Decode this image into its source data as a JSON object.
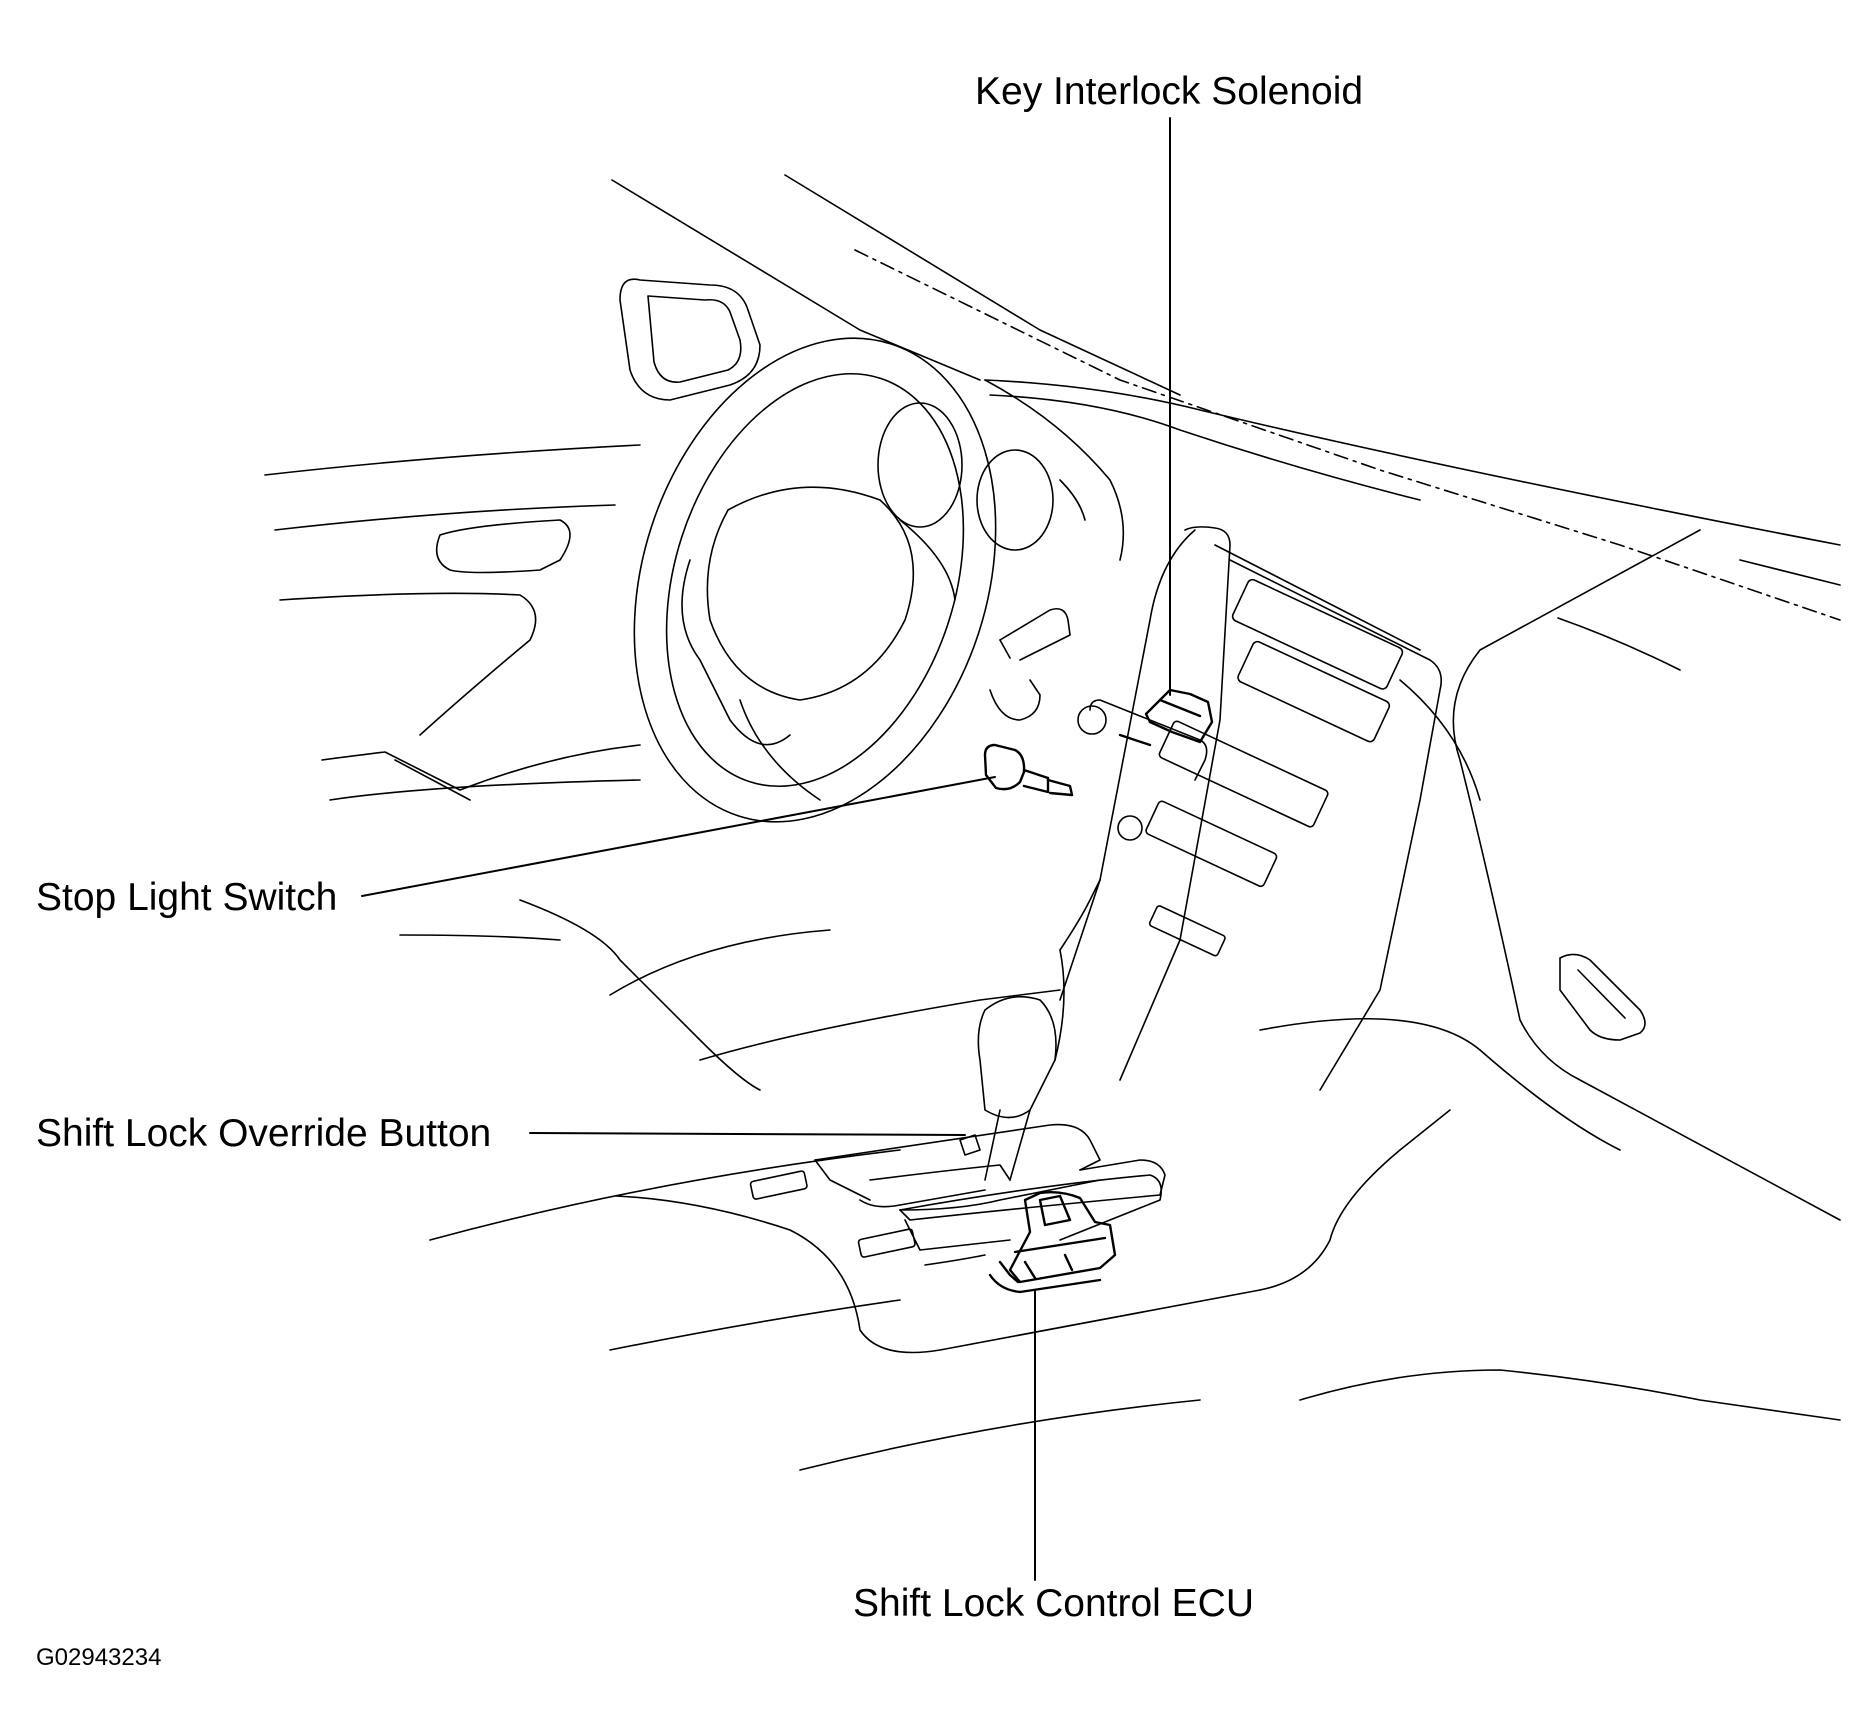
{
  "labels": {
    "key_interlock_solenoid": "Key Interlock Solenoid",
    "stop_light_switch": "Stop Light Switch",
    "shift_lock_override_button": "Shift Lock Override Button",
    "shift_lock_control_ecu": "Shift Lock Control ECU"
  },
  "figure_code": "G02943234",
  "colors": {
    "line": "#000000",
    "background": "#ffffff"
  }
}
